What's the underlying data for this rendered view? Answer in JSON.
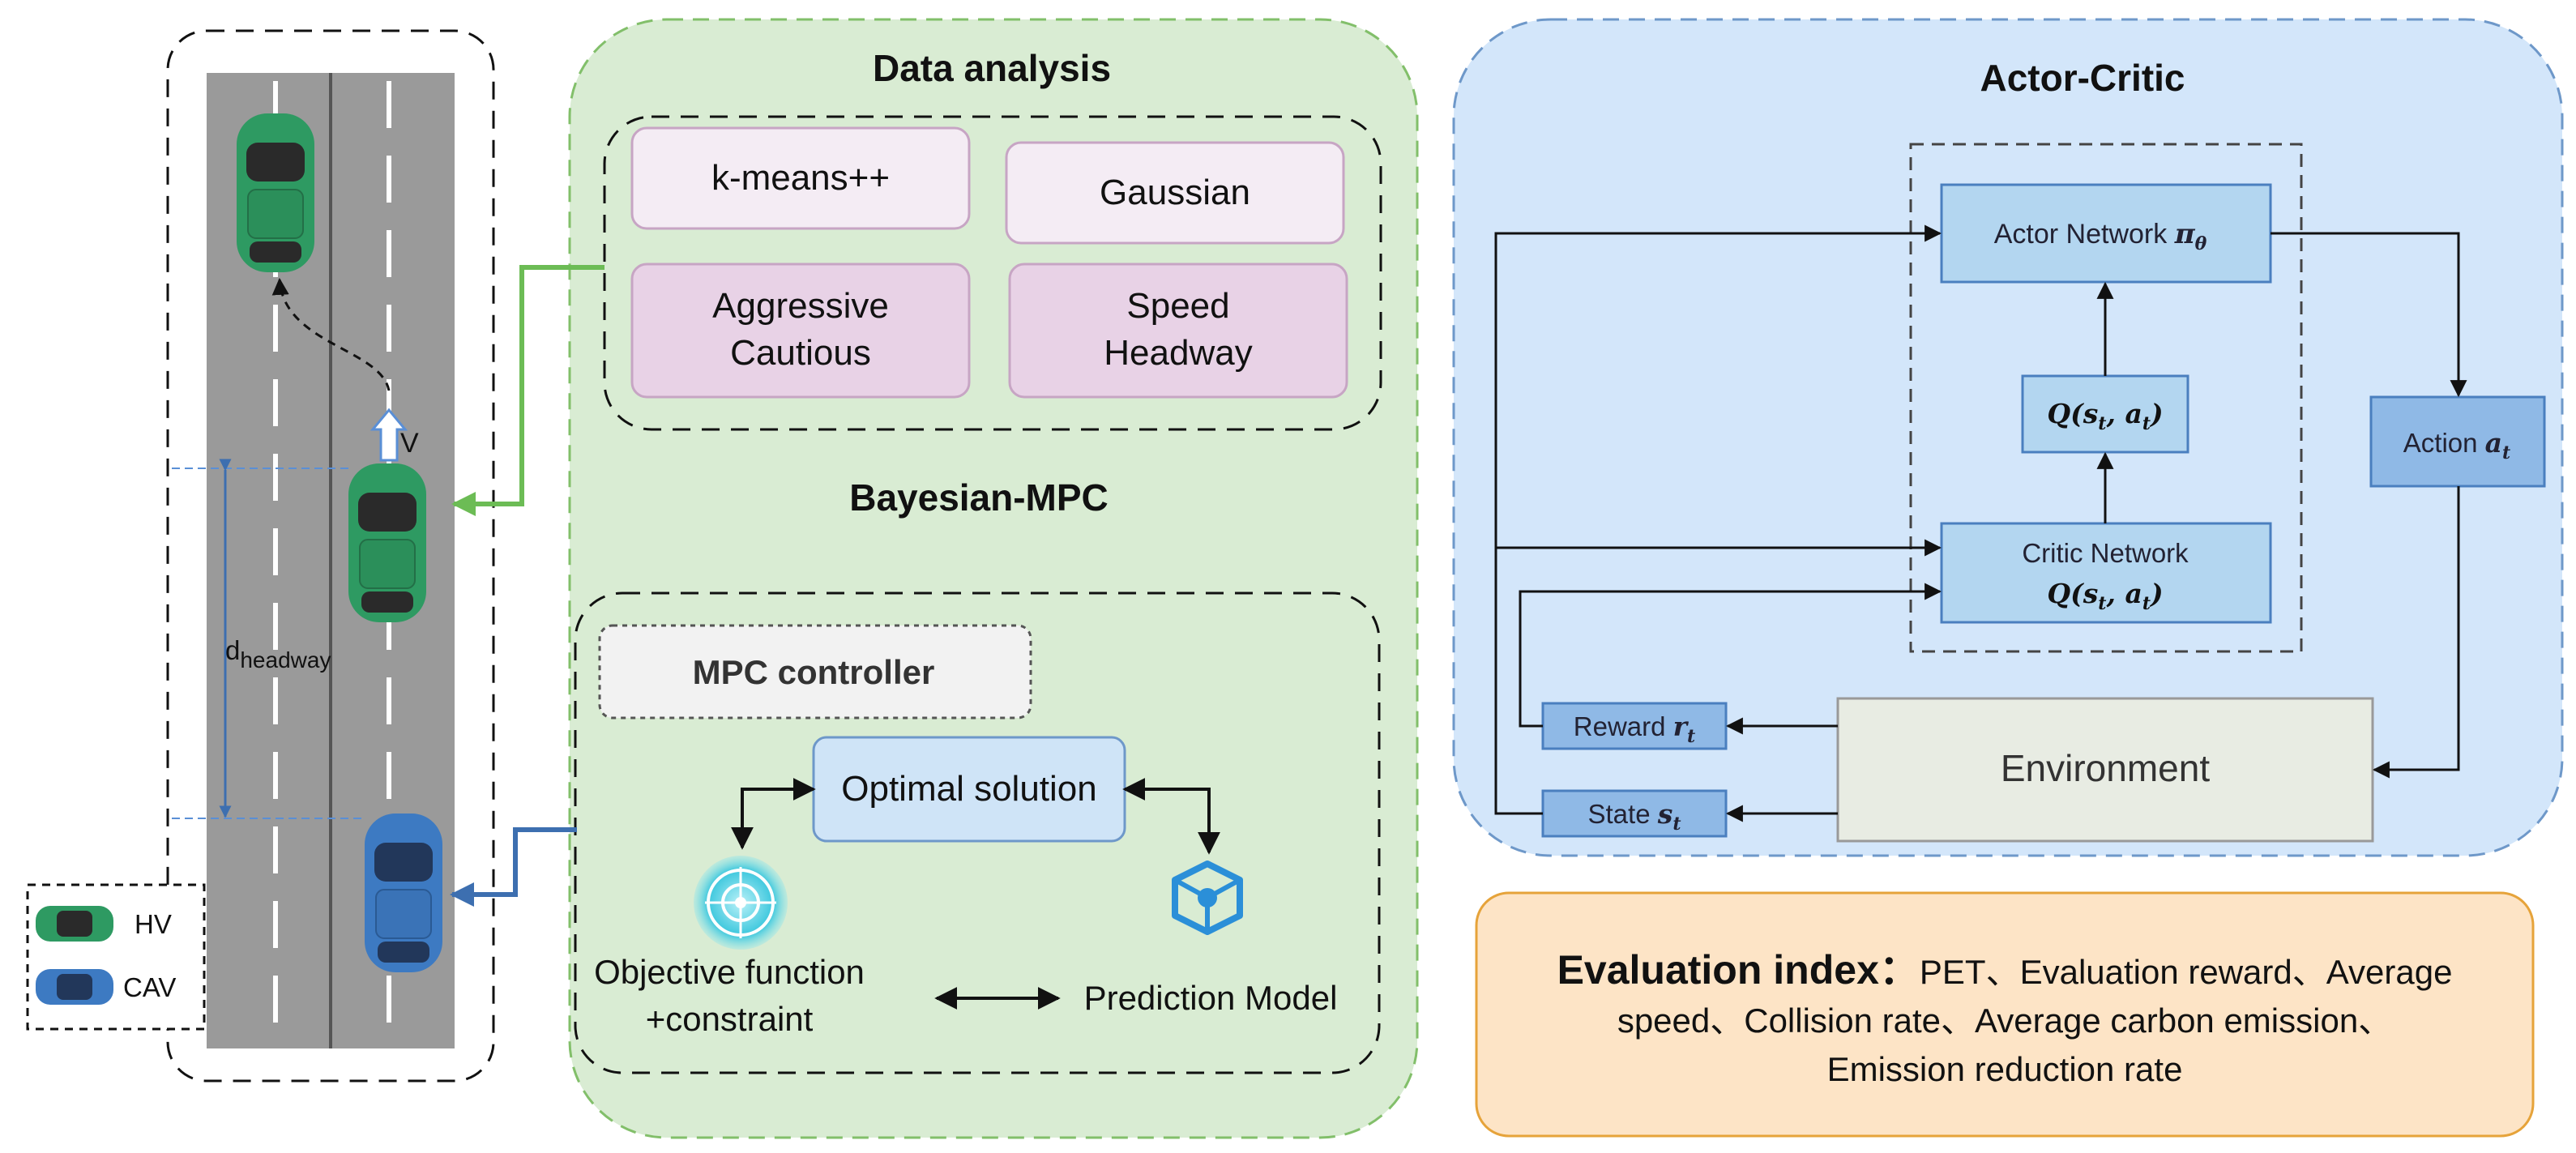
{
  "road": {
    "velocity_label": "V",
    "headway_label_main": "d",
    "headway_label_sub": "headway"
  },
  "legend": {
    "hv": "HV",
    "cav": "CAV"
  },
  "data_analysis": {
    "title": "Data analysis",
    "kmeans": "k-means++",
    "gaussian": "Gaussian",
    "aggressive": "Aggressive",
    "cautious": "Cautious",
    "speed": "Speed",
    "headway": "Headway"
  },
  "bayesian_mpc": {
    "title": "Bayesian-MPC",
    "mpc_controller": "MPC controller",
    "optimal_solution": "Optimal solution",
    "objective_line1": "Objective function",
    "objective_line2": "+constraint",
    "prediction_model": "Prediction Model"
  },
  "actor_critic": {
    "title": "Actor-Critic",
    "actor_network": "Actor Network",
    "actor_symbol": "π",
    "actor_sub": "θ",
    "q_box": "Q(s",
    "critic_network": "Critic Network",
    "critic_q": "Q(s",
    "action": "Action",
    "action_symbol": "a",
    "reward": "Reward",
    "reward_symbol": "r",
    "state": "State",
    "state_symbol": "s",
    "environment": "Environment",
    "t": "t"
  },
  "evaluation": {
    "label": "Evaluation index：",
    "line1": "PET、Evaluation reward、Average",
    "line2": "speed、Collision rate、Average carbon emission、",
    "line3": "Emission reduction rate"
  },
  "colors": {
    "green_panel": "#d9ecd3",
    "green_border": "#82bf6a",
    "blue_panel": "#d3e6fa",
    "blue_border": "#6e98c9",
    "road": "#9a9a9a",
    "pink_box": "#f4ecf4",
    "pink_box_dark": "#e8d2e6",
    "box_blue": "#b3d6f0",
    "orange_panel": "#fde4c6",
    "orange_border": "#e6a33a",
    "hv_car": "#2e9a62",
    "cav_car": "#3d7ac2"
  }
}
